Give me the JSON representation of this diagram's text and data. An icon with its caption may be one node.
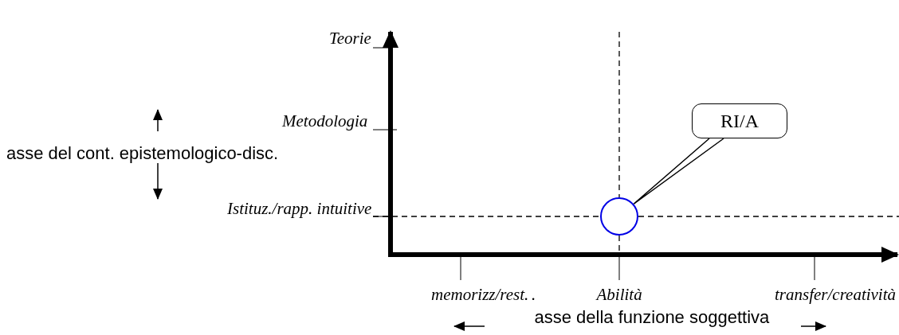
{
  "diagram": {
    "nodes": [
      {
        "text": [
          "RI/A"
        ]
      },
      {
        "text": [],
        "shape": "circle"
      }
    ],
    "edges": [
      {
        "from": 0,
        "to": 1,
        "arrow": "none"
      }
    ],
    "labels": [
      "Teorie",
      "Metodologia",
      "asse del cont. epistemologico-disc.",
      "Istituz./rapp. intuitive",
      "memorizz/rest.",
      ".",
      "Abilità",
      "transfer/creatività",
      "asse della funzione soggettiva"
    ]
  }
}
